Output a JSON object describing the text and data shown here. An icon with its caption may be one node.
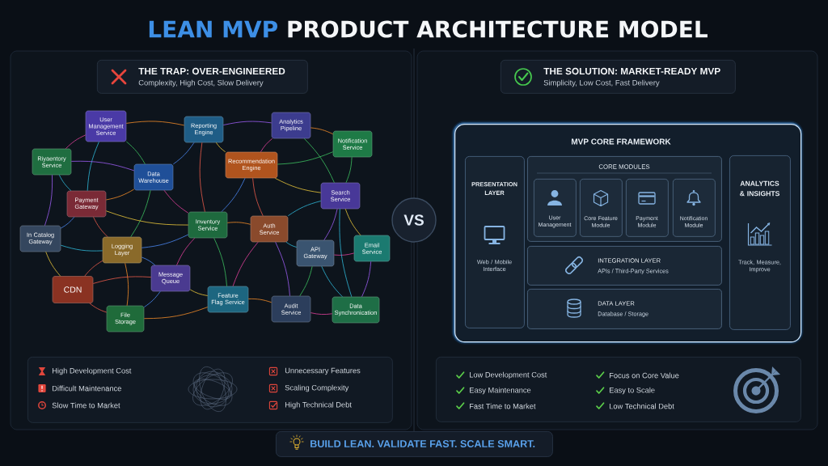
{
  "diagram": {
    "title": "LEAN MVP PRODUCT ARCHITECTURE MODEL",
    "nodes": [
      {
        "text": [
          "THE TRAP: OVER-ENGINEERED",
          "Complexity, High Cost, Slow Delivery"
        ]
      },
      {
        "text": [
          "User Management Service"
        ]
      },
      {
        "text": [
          "Reporting Engine"
        ]
      },
      {
        "text": [
          "Analytics Pipeline"
        ]
      },
      {
        "text": [
          "Notification Service"
        ]
      },
      {
        "text": [
          "Riyaentory Service"
        ]
      },
      {
        "text": [
          "Recommendation Engine"
        ]
      },
      {
        "text": [
          "Data Warehouse"
        ]
      },
      {
        "text": [
          "Search Service"
        ]
      },
      {
        "text": [
          "Payment Gateway"
        ]
      },
      {
        "text": [
          "Inventory Service"
        ]
      },
      {
        "text": [
          "Auth Service"
        ]
      },
      {
        "text": [
          "In Catalog Gateway"
        ]
      },
      {
        "text": [
          "Logging Layer"
        ]
      },
      {
        "text": [
          "API Gateway"
        ]
      },
      {
        "text": [
          "Email Service"
        ]
      },
      {
        "text": [
          "Message Queue"
        ]
      },
      {
        "text": [
          "CDN"
        ]
      },
      {
        "text": [
          "Feature Flag Service"
        ]
      },
      {
        "text": [
          "Audit Service"
        ]
      },
      {
        "text": [
          "Data Synchronication"
        ]
      },
      {
        "text": [
          "File Storage"
        ]
      },
      {
        "text": [
          "VS"
        ]
      },
      {
        "text": [
          "THE SOLUTION: MARKET-READY MVP",
          "Simplicity, Low Cost, Fast Delivery"
        ]
      },
      {
        "text": [
          "MVP CORE FRAMEWORK"
        ]
      },
      {
        "text": [
          "PRESENTATION LAYER",
          "Web / Mobile Interface"
        ],
        "in": 24
      },
      {
        "text": [
          "CORE MODULES"
        ],
        "in": 24
      },
      {
        "text": [
          "User Management"
        ],
        "in": 26
      },
      {
        "text": [
          "Core Feature Module"
        ],
        "in": 26
      },
      {
        "text": [
          "Payment Module"
        ],
        "in": 26
      },
      {
        "text": [
          "Notification Module"
        ],
        "in": 26
      },
      {
        "text": [
          "ANALYTICS & INSIGHTS",
          "Track, Measure, Improve"
        ],
        "in": 24
      },
      {
        "text": [
          "INTEGRATION LAYER",
          "APIs / Third-Party Services"
        ],
        "in": 24
      },
      {
        "text": [
          "DATA LAYER",
          "Database / Storage"
        ],
        "in": 24
      },
      {
        "text": [
          "High Development Cost",
          "Difficult Maintenance",
          "Slow Time to Market",
          "Unnecessary Features",
          "Scaling Complexity",
          "High Technical Debt"
        ]
      },
      {
        "text": [
          "Low Development Cost",
          "Easy Maintenance",
          "Fast Time to Market",
          "Focus on Core Value",
          "Easy to Scale",
          "Low Technical Debt"
        ]
      },
      {
        "text": [
          "BUILD LEAN. VALIDATE FAST. SCALE SMART."
        ]
      }
    ],
    "edges": [
      {
        "from": 1,
        "to": 2,
        "arrow": "none",
        "color": "#f28c28"
      },
      {
        "from": 1,
        "to": 5,
        "arrow": "none",
        "color": "#e0409a"
      },
      {
        "from": 1,
        "to": 7,
        "arrow": "none",
        "color": "#3cc060"
      },
      {
        "from": 1,
        "to": 9,
        "arrow": "none",
        "color": "#2fb8d8"
      },
      {
        "from": 2,
        "to": 3,
        "arrow": "none",
        "color": "#9a5cf0"
      },
      {
        "from": 2,
        "to": 6,
        "arrow": "none",
        "color": "#e8c53a"
      },
      {
        "from": 2,
        "to": 7,
        "arrow": "none",
        "color": "#4a86f0"
      },
      {
        "from": 2,
        "to": 10,
        "arrow": "none",
        "color": "#e85a4a"
      },
      {
        "from": 3,
        "to": 4,
        "arrow": "none",
        "color": "#f28c28"
      },
      {
        "from": 3,
        "to": 6,
        "arrow": "none",
        "color": "#e0409a"
      },
      {
        "from": 4,
        "to": 8,
        "arrow": "none",
        "color": "#3cc060"
      },
      {
        "from": 5,
        "to": 9,
        "arrow": "none",
        "color": "#2fb8d8"
      },
      {
        "from": 5,
        "to": 12,
        "arrow": "none",
        "color": "#9a5cf0"
      },
      {
        "from": 6,
        "to": 8,
        "arrow": "none",
        "color": "#e8c53a"
      },
      {
        "from": 6,
        "to": 10,
        "arrow": "none",
        "color": "#4a86f0"
      },
      {
        "from": 6,
        "to": 11,
        "arrow": "none",
        "color": "#e85a4a"
      },
      {
        "from": 7,
        "to": 9,
        "arrow": "none",
        "color": "#f28c28"
      },
      {
        "from": 7,
        "to": 10,
        "arrow": "none",
        "color": "#e0409a"
      },
      {
        "from": 7,
        "to": 13,
        "arrow": "none",
        "color": "#3cc060"
      },
      {
        "from": 8,
        "to": 11,
        "arrow": "none",
        "color": "#2fb8d8"
      },
      {
        "from": 8,
        "to": 14,
        "arrow": "none",
        "color": "#9a5cf0"
      },
      {
        "from": 8,
        "to": 15,
        "arrow": "none",
        "color": "#e8c53a"
      },
      {
        "from": 9,
        "to": 12,
        "arrow": "none",
        "color": "#4a86f0"
      },
      {
        "from": 9,
        "to": 13,
        "arrow": "none",
        "color": "#e85a4a"
      },
      {
        "from": 10,
        "to": 11,
        "arrow": "none",
        "color": "#f28c28"
      },
      {
        "from": 10,
        "to": 16,
        "arrow": "none",
        "color": "#e0409a"
      },
      {
        "from": 10,
        "to": 18,
        "arrow": "none",
        "color": "#3cc060"
      },
      {
        "from": 11,
        "to": 14,
        "arrow": "none",
        "color": "#2fb8d8"
      },
      {
        "from": 11,
        "to": 19,
        "arrow": "none",
        "color": "#9a5cf0"
      },
      {
        "from": 12,
        "to": 17,
        "arrow": "none",
        "color": "#e8c53a"
      },
      {
        "from": 13,
        "to": 16,
        "arrow": "none",
        "color": "#4a86f0"
      },
      {
        "from": 13,
        "to": 17,
        "arrow": "none",
        "color": "#e85a4a"
      },
      {
        "from": 13,
        "to": 21,
        "arrow": "none",
        "color": "#f28c28"
      },
      {
        "from": 14,
        "to": 15,
        "arrow": "none",
        "color": "#e0409a"
      },
      {
        "from": 14,
        "to": 19,
        "arrow": "none",
        "color": "#3cc060"
      },
      {
        "from": 14,
        "to": 20,
        "arrow": "none",
        "color": "#2fb8d8"
      },
      {
        "from": 15,
        "to": 20,
        "arrow": "none",
        "color": "#9a5cf0"
      },
      {
        "from": 16,
        "to": 18,
        "arrow": "none",
        "color": "#e8c53a"
      },
      {
        "from": 16,
        "to": 21,
        "arrow": "none",
        "color": "#4a86f0"
      },
      {
        "from": 17,
        "to": 21,
        "arrow": "none",
        "color": "#e85a4a"
      },
      {
        "from": 18,
        "to": 19,
        "arrow": "none",
        "color": "#f28c28"
      },
      {
        "from": 19,
        "to": 20,
        "arrow": "none",
        "color": "#e0409a"
      },
      {
        "from": 3,
        "to": 8,
        "arrow": "none",
        "color": "#3cc060"
      },
      {
        "from": 12,
        "to": 13,
        "arrow": "none",
        "color": "#2fb8d8"
      },
      {
        "from": 5,
        "to": 7,
        "arrow": "none",
        "color": "#9a5cf0"
      },
      {
        "from": 9,
        "to": 10,
        "arrow": "none",
        "color": "#e8c53a"
      },
      {
        "from": 10,
        "to": 13,
        "arrow": "none",
        "color": "#4a86f0"
      },
      {
        "from": 16,
        "to": 17,
        "arrow": "none",
        "color": "#e85a4a"
      },
      {
        "from": 18,
        "to": 21,
        "arrow": "none",
        "color": "#f28c28"
      },
      {
        "from": 11,
        "to": 18,
        "arrow": "none",
        "color": "#e0409a"
      },
      {
        "from": 4,
        "to": 6,
        "arrow": "none",
        "color": "#3cc060"
      },
      {
        "from": 8,
        "to": 20,
        "arrow": "none",
        "color": "#2fb8d8"
      }
    ]
  }
}
